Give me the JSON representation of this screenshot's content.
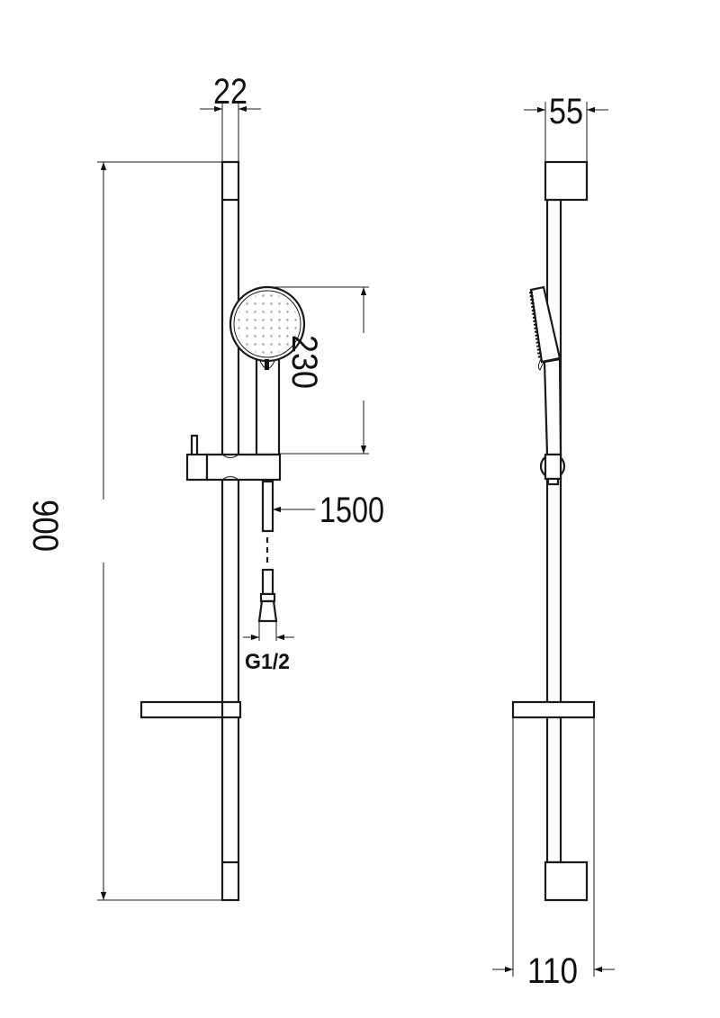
{
  "dimensions": {
    "bar_width": "22",
    "bar_depth": "55",
    "rail_length": "900",
    "hand_shower_length": "230",
    "hose_length": "1500",
    "connection_thread": "G1/2",
    "soap_dish_depth": "110"
  },
  "line_color": "#1a1a1a"
}
